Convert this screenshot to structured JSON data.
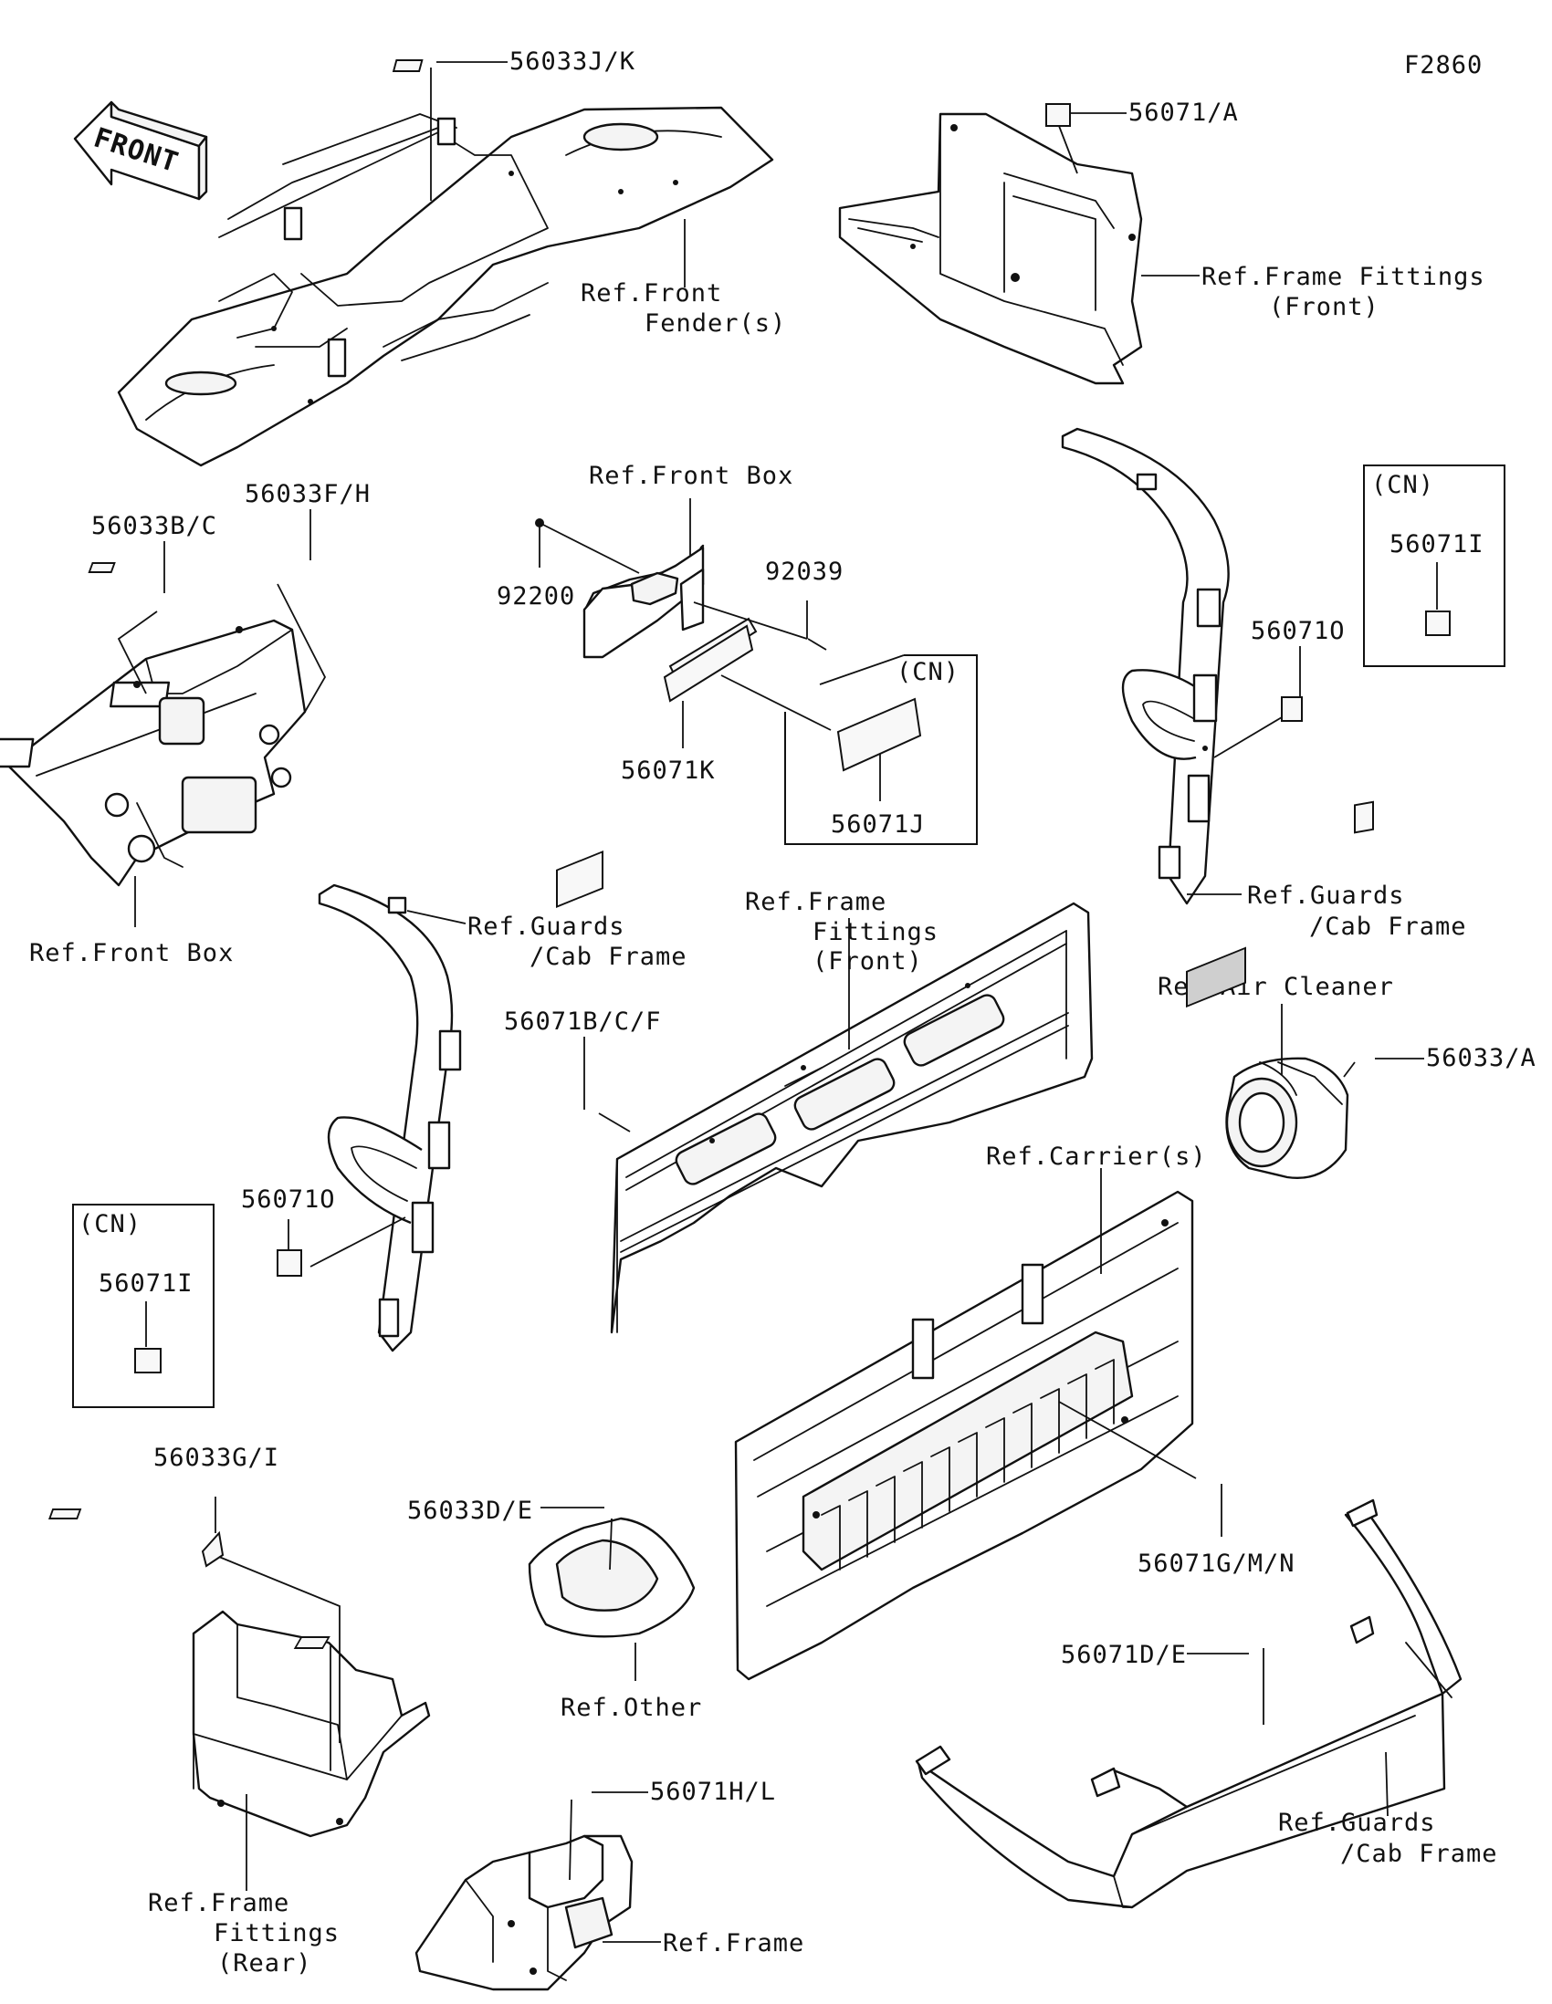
{
  "figure_code": "F2860",
  "front_label": "FRONT",
  "labels": {
    "l_56033jk": "56033J/K",
    "l_56071a": "56071/A",
    "l_ref_front_fender_1": "Ref.Front",
    "l_ref_front_fender_2": "Fender(s)",
    "l_ref_frame_fit_front_1": "Ref.Frame Fittings",
    "l_ref_frame_fit_front_2": "(Front)",
    "l_ref_front_box_top": "Ref.Front Box",
    "l_56033bc": "56033B/C",
    "l_56033fh": "56033F/H",
    "l_92039": "92039",
    "l_92200": "92200",
    "l_56071k": "56071K",
    "l_cn_top_mid": "(CN)",
    "l_56071j": "56071J",
    "l_cn_right": "(CN)",
    "l_56071i_right": "56071I",
    "l_56071o_right": "56071O",
    "l_ref_guards_right_1": "Ref.Guards",
    "l_ref_guards_right_2": "/Cab Frame",
    "l_ref_front_box_left": "Ref.Front Box",
    "l_ref_guards_left_1": "Ref.Guards",
    "l_ref_guards_left_2": "/Cab Frame",
    "l_ref_frame_fit_mid_1": "Ref.Frame",
    "l_ref_frame_fit_mid_2": "Fittings",
    "l_ref_frame_fit_mid_3": "(Front)",
    "l_ref_air_cleaner": "Ref.Air Cleaner",
    "l_56033a": "56033/A",
    "l_56071bcf": "56071B/C/F",
    "l_56071o_left": "56071O",
    "l_cn_left": "(CN)",
    "l_56071i_left": "56071I",
    "l_ref_carriers": "Ref.Carrier(s)",
    "l_56033gi": "56033G/I",
    "l_56033de": "56033D/E",
    "l_56071gmn": "56071G/M/N",
    "l_ref_other": "Ref.Other",
    "l_56071de": "56071D/E",
    "l_56071hl": "56071H/L",
    "l_ref_frame_fit_rear_1": "Ref.Frame",
    "l_ref_frame_fit_rear_2": "Fittings",
    "l_ref_frame_fit_rear_3": "(Rear)",
    "l_ref_frame": "Ref.Frame",
    "l_ref_guards_bottom_1": "Ref.Guards",
    "l_ref_guards_bottom_2": "/Cab Frame"
  }
}
